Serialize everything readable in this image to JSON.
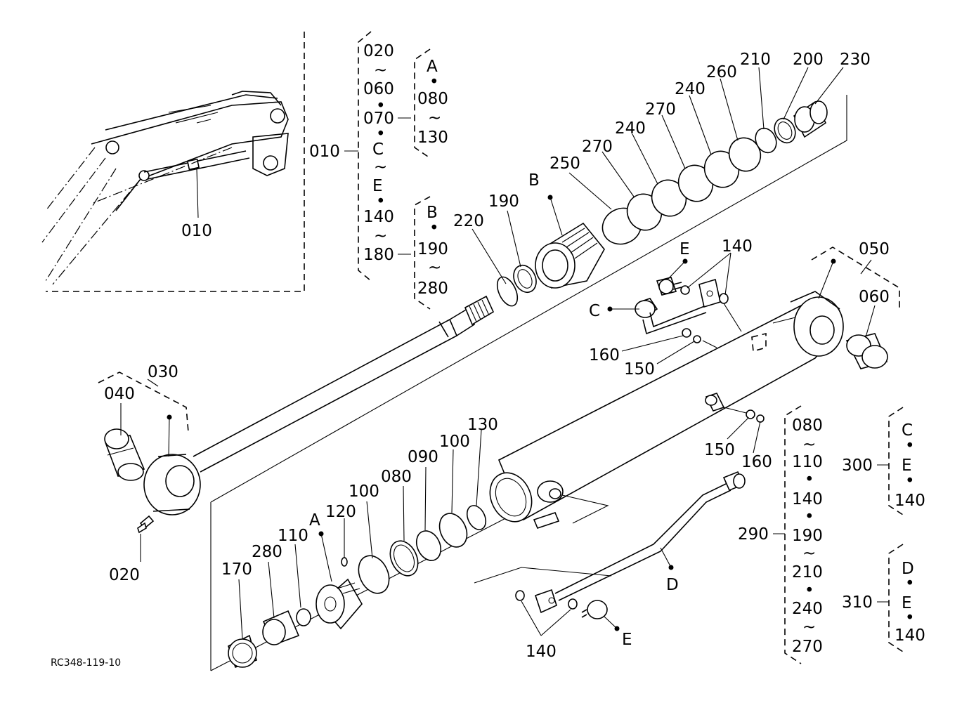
{
  "drawing_code": "RC348-119-10",
  "labels": {
    "l010_inset": "010",
    "l010_main": "010",
    "l020": "020",
    "l030": "030",
    "l040": "040",
    "l050": "050",
    "l060": "060",
    "l080": "080",
    "l090": "090",
    "l100a": "100",
    "l100b": "100",
    "l110": "110",
    "l120": "120",
    "l130": "130",
    "l140_top": "140",
    "l140_bot": "140",
    "l150_top": "150",
    "l150_bot": "150",
    "l160_top": "160",
    "l160_bot": "160",
    "l170": "170",
    "l190": "190",
    "l200": "200",
    "l210": "210",
    "l220": "220",
    "l230": "230",
    "l240a": "240",
    "l240b": "240",
    "l250": "250",
    "l260": "260",
    "l270a": "270",
    "l270b": "270",
    "l280": "280",
    "l290": "290",
    "l300": "300",
    "l310": "310",
    "A_main": "A",
    "B_main": "B",
    "C_main": "C",
    "D_main": "D",
    "E_top": "E",
    "E_bot": "E"
  },
  "kit_010": {
    "col1": [
      "020",
      "~",
      "060",
      "•",
      "070",
      "•",
      "C",
      "~",
      "E",
      "•",
      "140",
      "~",
      "180"
    ],
    "groupA": [
      "A",
      "•",
      "080",
      "~",
      "130"
    ],
    "groupB": [
      "B",
      "•",
      "190",
      "~",
      "280"
    ]
  },
  "kit_290": [
    "080",
    "~",
    "110",
    "•",
    "140",
    "•",
    "190",
    "~",
    "210",
    "•",
    "240",
    "~",
    "270"
  ],
  "kit_300": [
    "C",
    "•",
    "E",
    "•",
    "140"
  ],
  "kit_310": [
    "D",
    "•",
    "E",
    "•",
    "140"
  ]
}
